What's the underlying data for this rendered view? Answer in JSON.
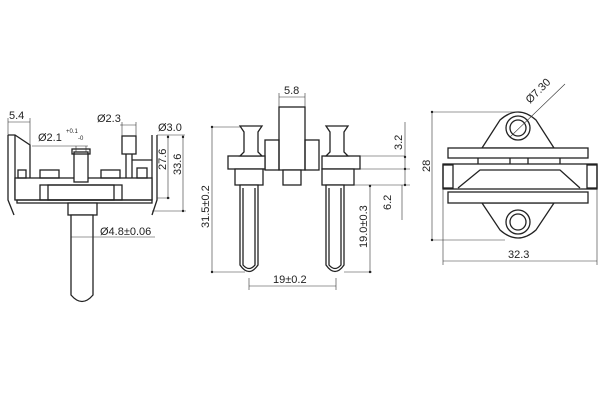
{
  "drawing": {
    "left_view": {
      "dim_width_top": "5.4",
      "dim_pin_small_dia": "Ø2.1",
      "dim_pin_small_tol_upper": "+0.1",
      "dim_pin_small_tol_lower": "-0",
      "dim_post_dia": "Ø2.3",
      "dim_wall_dia": "Ø3.0",
      "dim_height_inner": "27.6",
      "dim_height_outer": "33.6",
      "dim_pin_dia": "Ø4.8±0.06"
    },
    "front_view": {
      "dim_center_block": "5.8",
      "dim_total_height": "31.5±0.2",
      "dim_flange": "3.2",
      "dim_collar": "6.2",
      "dim_pin_length": "19.0±0.3",
      "dim_pin_spacing": "19±0.2"
    },
    "top_view": {
      "dim_hole_dia": "Ø7.30",
      "dim_height": "28",
      "dim_width": "32.3"
    }
  }
}
